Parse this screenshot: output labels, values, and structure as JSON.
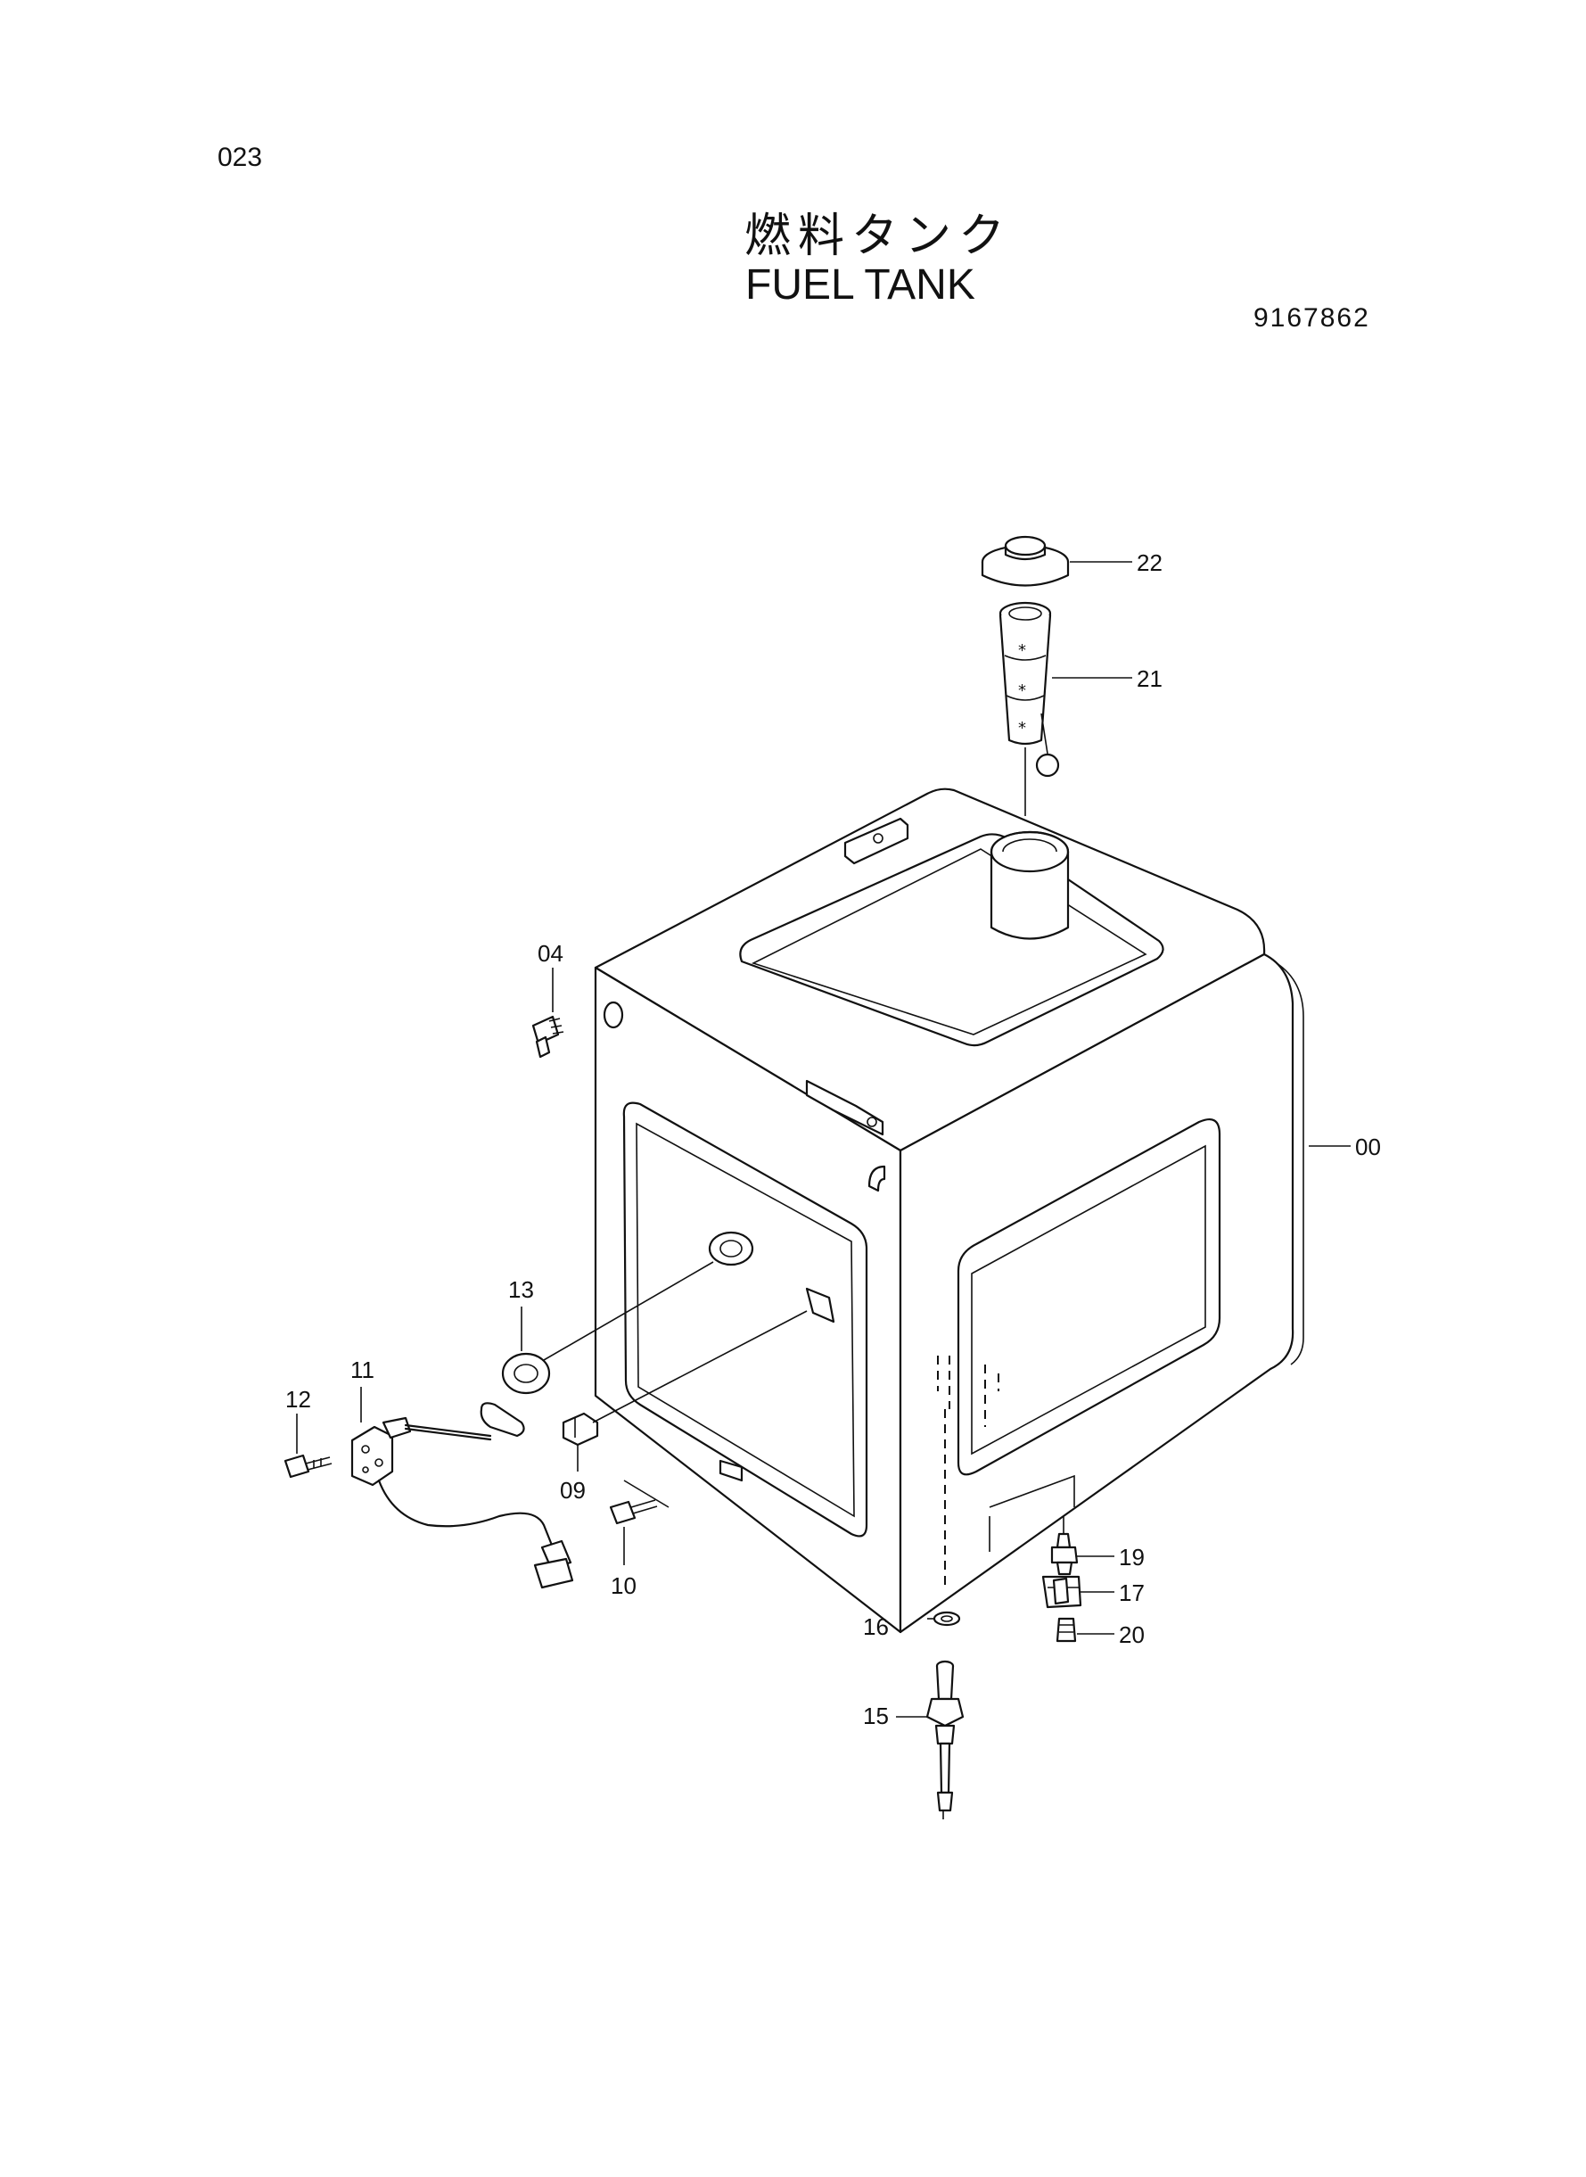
{
  "header": {
    "page_number": "023",
    "title_japanese": "燃料タンク",
    "title_english": "FUEL TANK",
    "drawing_number": "9167862"
  },
  "callouts": {
    "c00": "00",
    "c04": "04",
    "c09": "09",
    "c10": "10",
    "c11": "11",
    "c12": "12",
    "c13": "13",
    "c15": "15",
    "c16": "16",
    "c17": "17",
    "c19": "19",
    "c20": "20",
    "c21": "21",
    "c22": "22"
  }
}
